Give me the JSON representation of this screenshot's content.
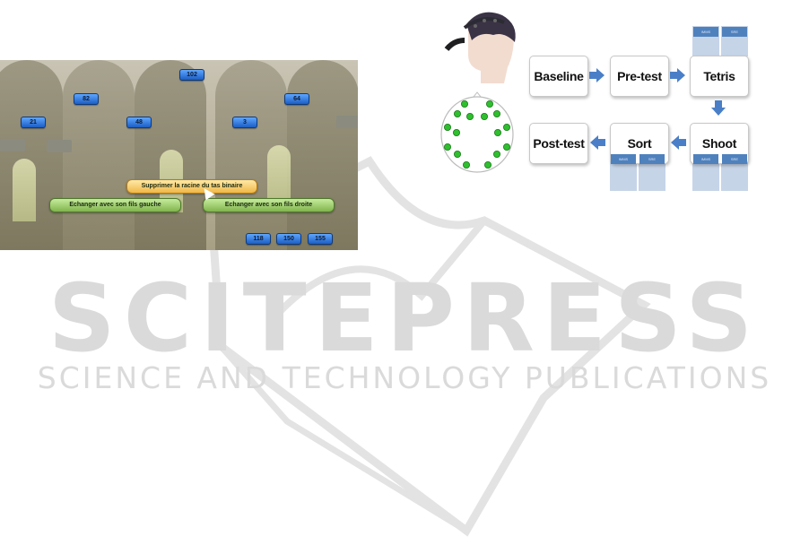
{
  "watermark": {
    "title": "SCITEPRESS",
    "subtitle": "SCIENCE AND TECHNOLOGY PUBLICATIONS"
  },
  "game": {
    "nodes": [
      "102",
      "82",
      "64",
      "21",
      "48",
      "3",
      "118",
      "150",
      "155"
    ],
    "buttons": {
      "remove_root": "Supprimer la racine du tas binaire",
      "swap_left": "Echanger avec son fils gauche",
      "swap_right": "Echanger avec son fils droite"
    }
  },
  "protocol": {
    "steps": {
      "baseline": "Baseline",
      "pretest": "Pre-test",
      "tetris": "Tetris",
      "shoot": "Shoot",
      "sort": "Sort",
      "posttest": "Post-test"
    },
    "questionnaires": {
      "a": "IMMS",
      "b": "SRE"
    }
  },
  "colors": {
    "node_blue": "#1c5ec5",
    "button_green": "#7fb54c",
    "button_orange": "#f0b746",
    "arrow_blue": "#4a7fc8",
    "eeg_green": "#2fbf2f"
  }
}
